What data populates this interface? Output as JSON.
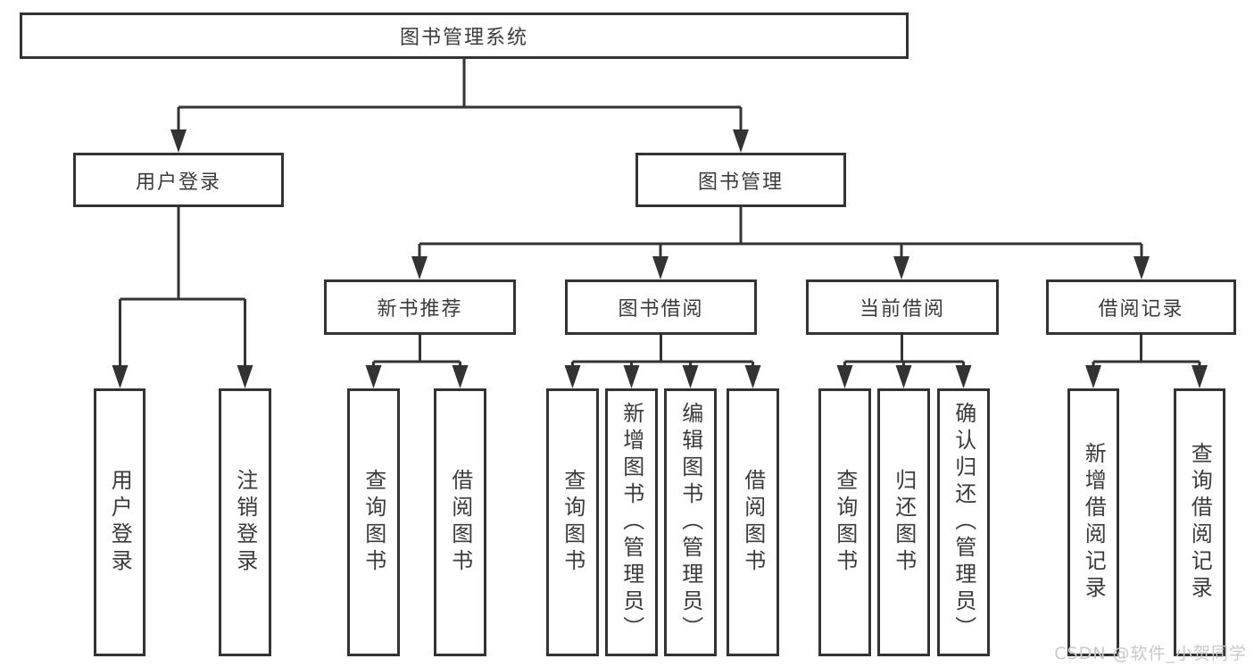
{
  "root": {
    "label": "图书管理系统"
  },
  "branches": [
    {
      "label": "用户登录",
      "children": [
        {
          "label": "用户登录"
        },
        {
          "label": "注销登录"
        }
      ]
    },
    {
      "label": "图书管理",
      "children": [
        {
          "label": "新书推荐",
          "children": [
            {
              "label": "查询图书"
            },
            {
              "label": "借阅图书"
            }
          ]
        },
        {
          "label": "图书借阅",
          "children": [
            {
              "label": "查询图书"
            },
            {
              "label": "新增图书（管理员）"
            },
            {
              "label": "编辑图书（管理员）"
            },
            {
              "label": "借阅图书"
            }
          ]
        },
        {
          "label": "当前借阅",
          "children": [
            {
              "label": "查询图书"
            },
            {
              "label": "归还图书"
            },
            {
              "label": "确认归还（管理员）"
            }
          ]
        },
        {
          "label": "借阅记录",
          "children": [
            {
              "label": "新增借阅记录"
            },
            {
              "label": "查询借阅记录"
            }
          ]
        }
      ]
    }
  ],
  "watermark": {
    "text": "CSDN @软件_小贺同学"
  },
  "colors": {
    "line": "#333333",
    "text": "#3b3b3b",
    "box_background": "#ffffff",
    "watermark": "#c9c9c9"
  }
}
